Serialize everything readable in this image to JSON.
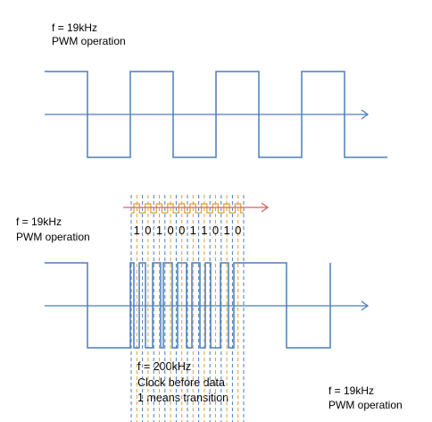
{
  "label_top": {
    "freq": "f = 19kHz",
    "mode": "PWM operation"
  },
  "label_mid": {
    "freq": "f = 19kHz",
    "mode": "PWM operation"
  },
  "label_bottom_left": {
    "freq": "f = 200kHz",
    "line2": "Clock before data",
    "line3": "1 means transition"
  },
  "label_bottom_right": {
    "freq": "f = 19kHz",
    "mode": "PWM operation"
  },
  "bits": [
    "1",
    "0",
    "1",
    "0",
    "0",
    "1",
    "1",
    "0",
    "1",
    "0"
  ],
  "colors": {
    "signal": "#4a7ebb",
    "clock": "#e0a030",
    "arrow_red": "#e06060",
    "grid_blue": "#4a7ebb",
    "grid_orange": "#e0a030"
  }
}
